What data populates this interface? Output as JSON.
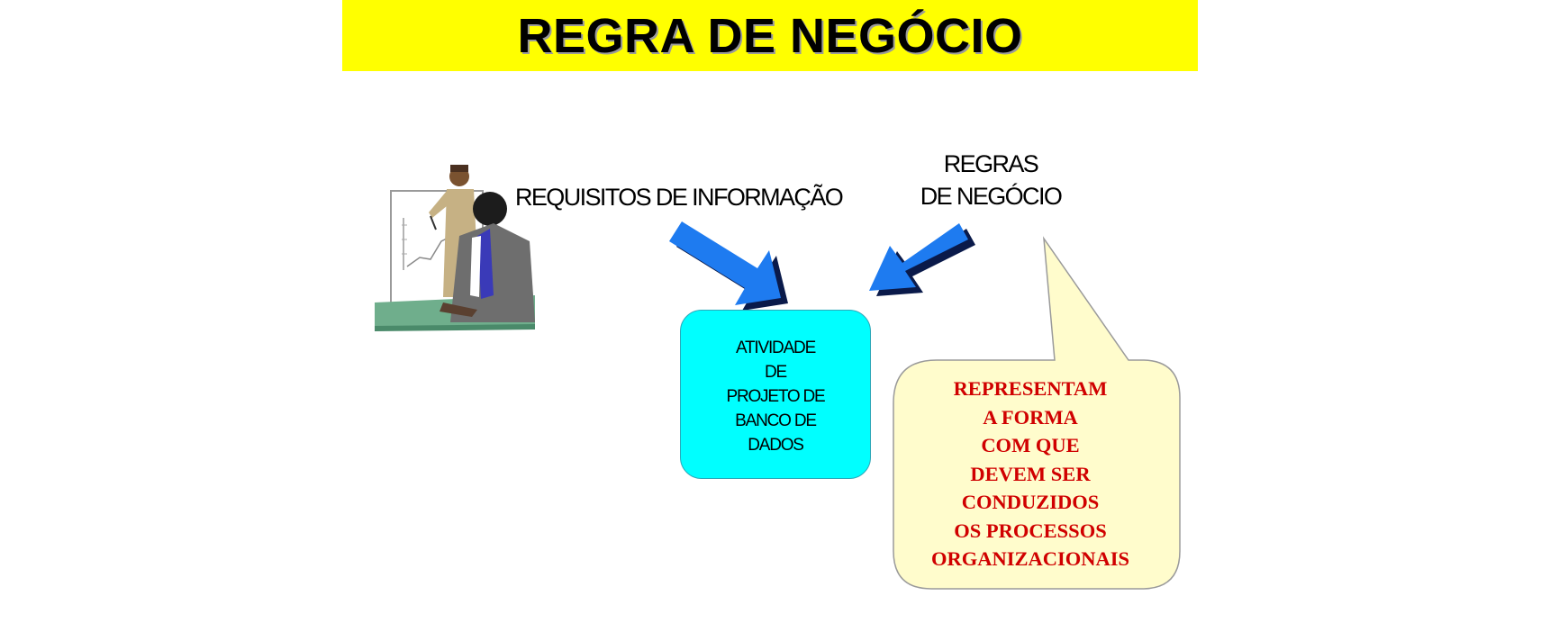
{
  "title": "REGRA DE NEGÓCIO",
  "labels": {
    "requisitos": "REQUISITOS DE INFORMAÇÃO",
    "regras_lines": [
      "REGRAS",
      "DE NEGÓCIO"
    ]
  },
  "box_lines": [
    "ATIVIDADE",
    "DE",
    "PROJETO DE",
    "BANCO DE",
    "DADOS"
  ],
  "bubble_lines": [
    "REPRESENTAM",
    "A FORMA",
    "COM QUE",
    "DEVEM SER",
    "CONDUZIDOS",
    "OS PROCESSOS",
    "ORGANIZACIONAIS"
  ],
  "colors": {
    "title_band": "#ffff00",
    "box_fill": "#00ffff",
    "arrow_fill": "#1e7bf0",
    "bubble_fill": "#fffccc",
    "bubble_text": "#d00000"
  },
  "icons": [
    "presentation-clipart",
    "arrow-down-right",
    "arrow-down-left",
    "speech-bubble"
  ]
}
